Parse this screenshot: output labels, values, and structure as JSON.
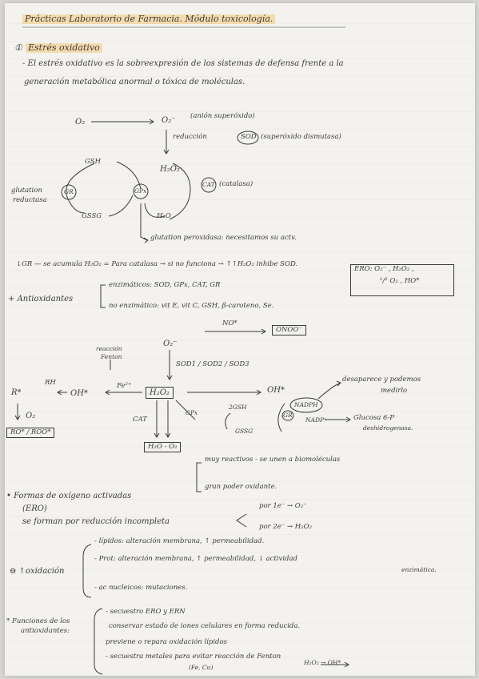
{
  "title": "Prácticas Laboratorio de Farmacia. Módulo toxicología.",
  "s1": {
    "num": "①",
    "title": "Estrés oxidativo",
    "def1": "- El estrés oxidativo es la sobreexpresión de los sistemas de defensa frente a la",
    "def2": "generación metabólica anormal o tóxica de moléculas."
  },
  "scheme": {
    "o2": "O₂",
    "o2rad": "O₂⁻",
    "o2rad_label": "(anión superóxido)",
    "reduccion": "reducción",
    "sod": "SOD",
    "sod_label": "(superóxido dismutasa)",
    "gsh": "GSH",
    "h2o2": "H₂O₂",
    "glut_red1": "glutation",
    "glut_red2": "reductasa",
    "gr": "GR",
    "gpx": "GPx",
    "cat": "CAT",
    "cat_label": "(catalasa)",
    "gssg": "GSSG",
    "h2o": "H₂O",
    "gpx_label": "glutation peroxidasa: necesitamos su actv."
  },
  "gr_line": "↓GR — se acumula H₂O₂ = Para catalasa → si no funciona → ↑↑H₂O₂ inhibe SOD.",
  "ero_box": {
    "line1": "ERO: O₂⁻ , H₂O₂ ,",
    "line2": "¹/² O₂ , HO*"
  },
  "antiox": {
    "label": "+ Antioxidantes",
    "enz": "enzimáticos: SOD, GPx, CAT, GR",
    "noenz": "no enzimático: vit E, vit C, GSH, β-caroteno, Se."
  },
  "fenton": {
    "o2rad": "O₂⁻",
    "no": "NO*",
    "onoo": "ONOO⁻",
    "reaccion": "reacción",
    "fenton": "Fenton",
    "sod_list": "SOD1 / SOD2 / SOD3",
    "rh": "RH",
    "r": "R*",
    "oh": "OH*",
    "fe": "Fe²⁺",
    "h2o2": "H₂O₂",
    "o2": "O₂",
    "ro_box": "RO* / ROO*",
    "cat": "CAT",
    "gpx": "GPx",
    "h2o_o2": "H₂O - O₂",
    "oh2": "OH*",
    "gsh2": "2GSH",
    "gssg": "GSSG",
    "gr": "GR",
    "nadph": "NADPH",
    "nadp": "NADP⁺",
    "desap1": "desaparece y podemos",
    "desap2": "medirlo",
    "g6p1": "Glucosa 6-P",
    "g6p2": "deshidrogenasa."
  },
  "formas": {
    "label1": "• Formas de oxígeno activadas",
    "label2": "(ERO)",
    "muy": "muy reactivos - se unen a biomoléculas",
    "gran": "gran poder oxidante.",
    "red_incomp": "se forman por reducción incompleta",
    "por1": "por 1e⁻ → O₂⁻",
    "por2": "por 2e⁻ → H₂O₂"
  },
  "oxid": {
    "label": "⊖ ↑oxidación",
    "lip": "- lípidos: alteración membrana, ↑ permeabilidad.",
    "prot1": "- Prot: alteración membrana, ↑ permeabilidad, ↓ actividad",
    "prot2": "enzimática.",
    "ac": "- ac nucleicos: mutaciones."
  },
  "func": {
    "label1": "* Funciones de los",
    "label2": "antioxidantes:",
    "l1": "- secuestro ERO y ERN",
    "l2": "conservar estado de iones celulares en forma reducida.",
    "l3": "previene o repara oxidación lípidos",
    "l4": "- secuestra metales para evitar reacción de Fenton",
    "l5": "(Fe, Cu)",
    "l6": "H₂O₂ → OH*"
  }
}
